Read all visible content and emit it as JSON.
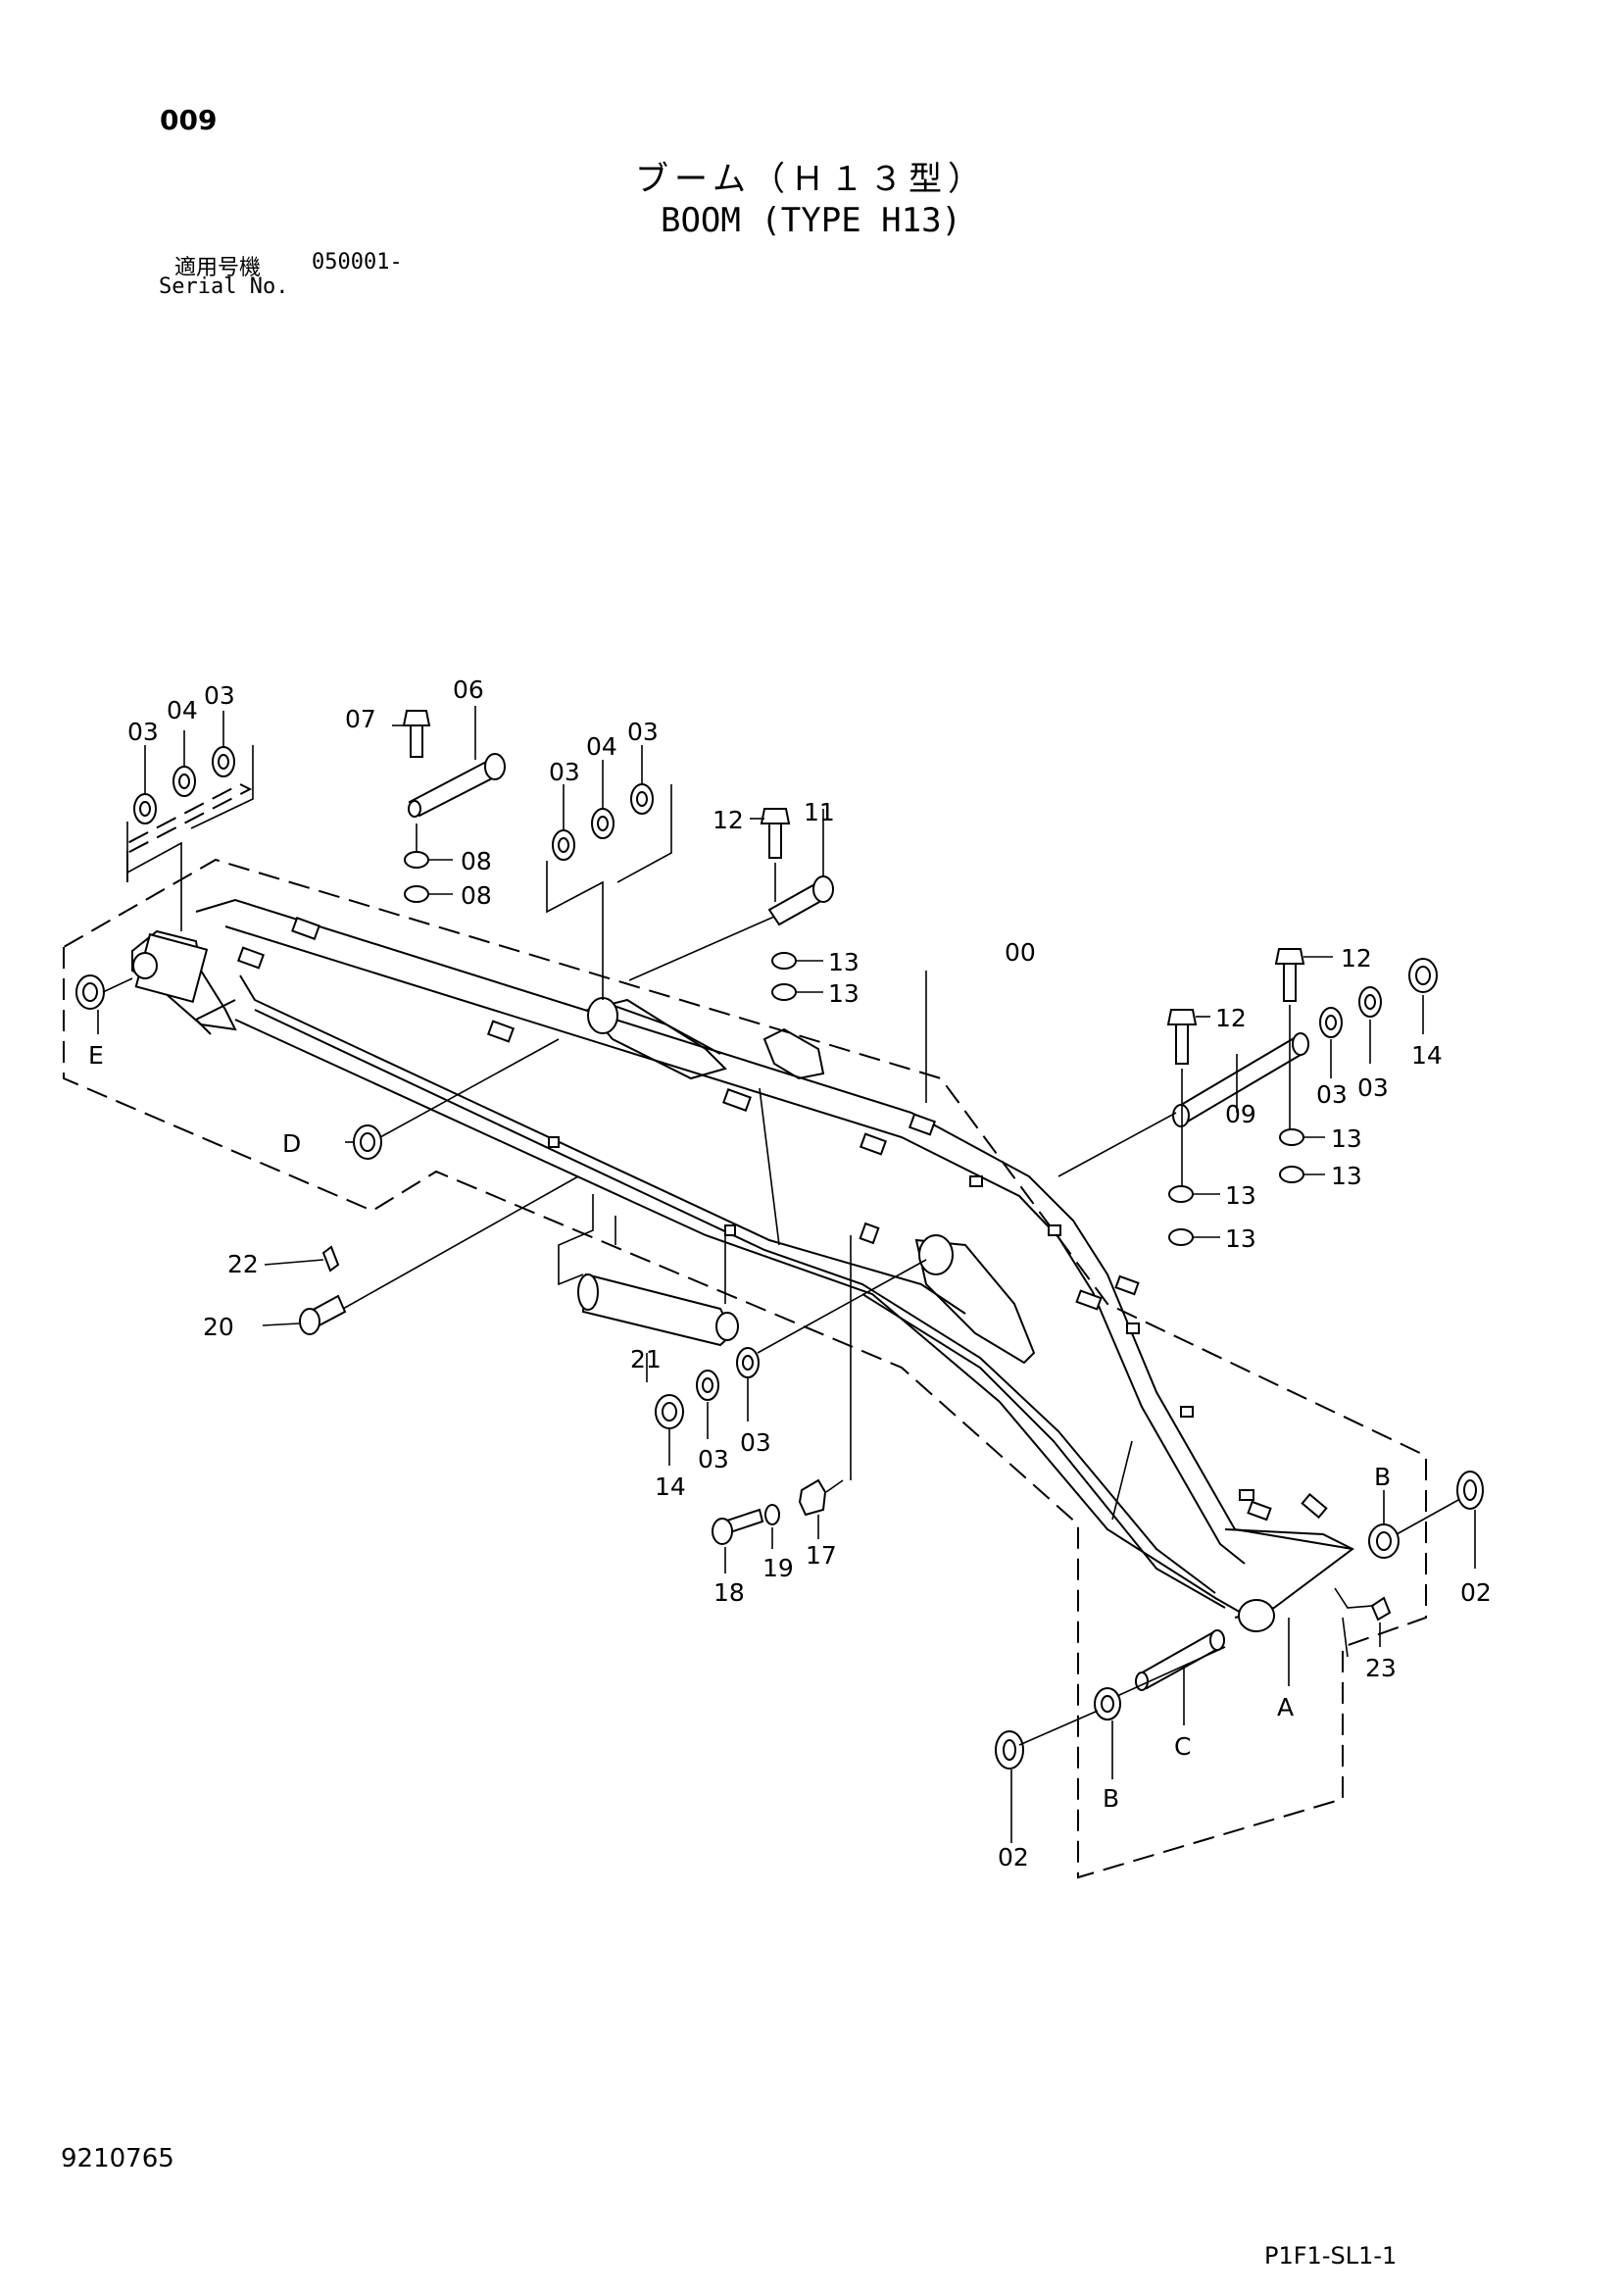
{
  "header": {
    "page_number": "009",
    "title_jp": "ブーム（Ｈ１３型）",
    "title_en": "BOOM (TYPE H13)",
    "serial_label_jp": "適用号機",
    "serial_value": "050001-",
    "serial_label_en": "Serial No."
  },
  "footer": {
    "document_number": "9210765",
    "page_code": "P1F1-SL1-1"
  },
  "callouts": {
    "c00": "00",
    "c02a": "02",
    "c02b": "02",
    "c03a": "03",
    "c03b": "03",
    "c03c": "03",
    "c03d": "03",
    "c03e": "03",
    "c03f": "03",
    "c03g": "03",
    "c03h": "03",
    "c04a": "04",
    "c04b": "04",
    "c06": "06",
    "c07": "07",
    "c08a": "08",
    "c08b": "08",
    "c09": "09",
    "c11": "11",
    "c12a": "12",
    "c12b": "12",
    "c12c": "12",
    "c13a": "13",
    "c13b": "13",
    "c13c": "13",
    "c13d": "13",
    "c13e": "13",
    "c13f": "13",
    "c14a": "14",
    "c14b": "14",
    "c17": "17",
    "c18": "18",
    "c19": "19",
    "c20": "20",
    "c21": "21",
    "c22": "22",
    "c23": "23",
    "cA": "A",
    "cBa": "B",
    "cBb": "B",
    "cC": "C",
    "cD": "D",
    "cE": "E"
  }
}
